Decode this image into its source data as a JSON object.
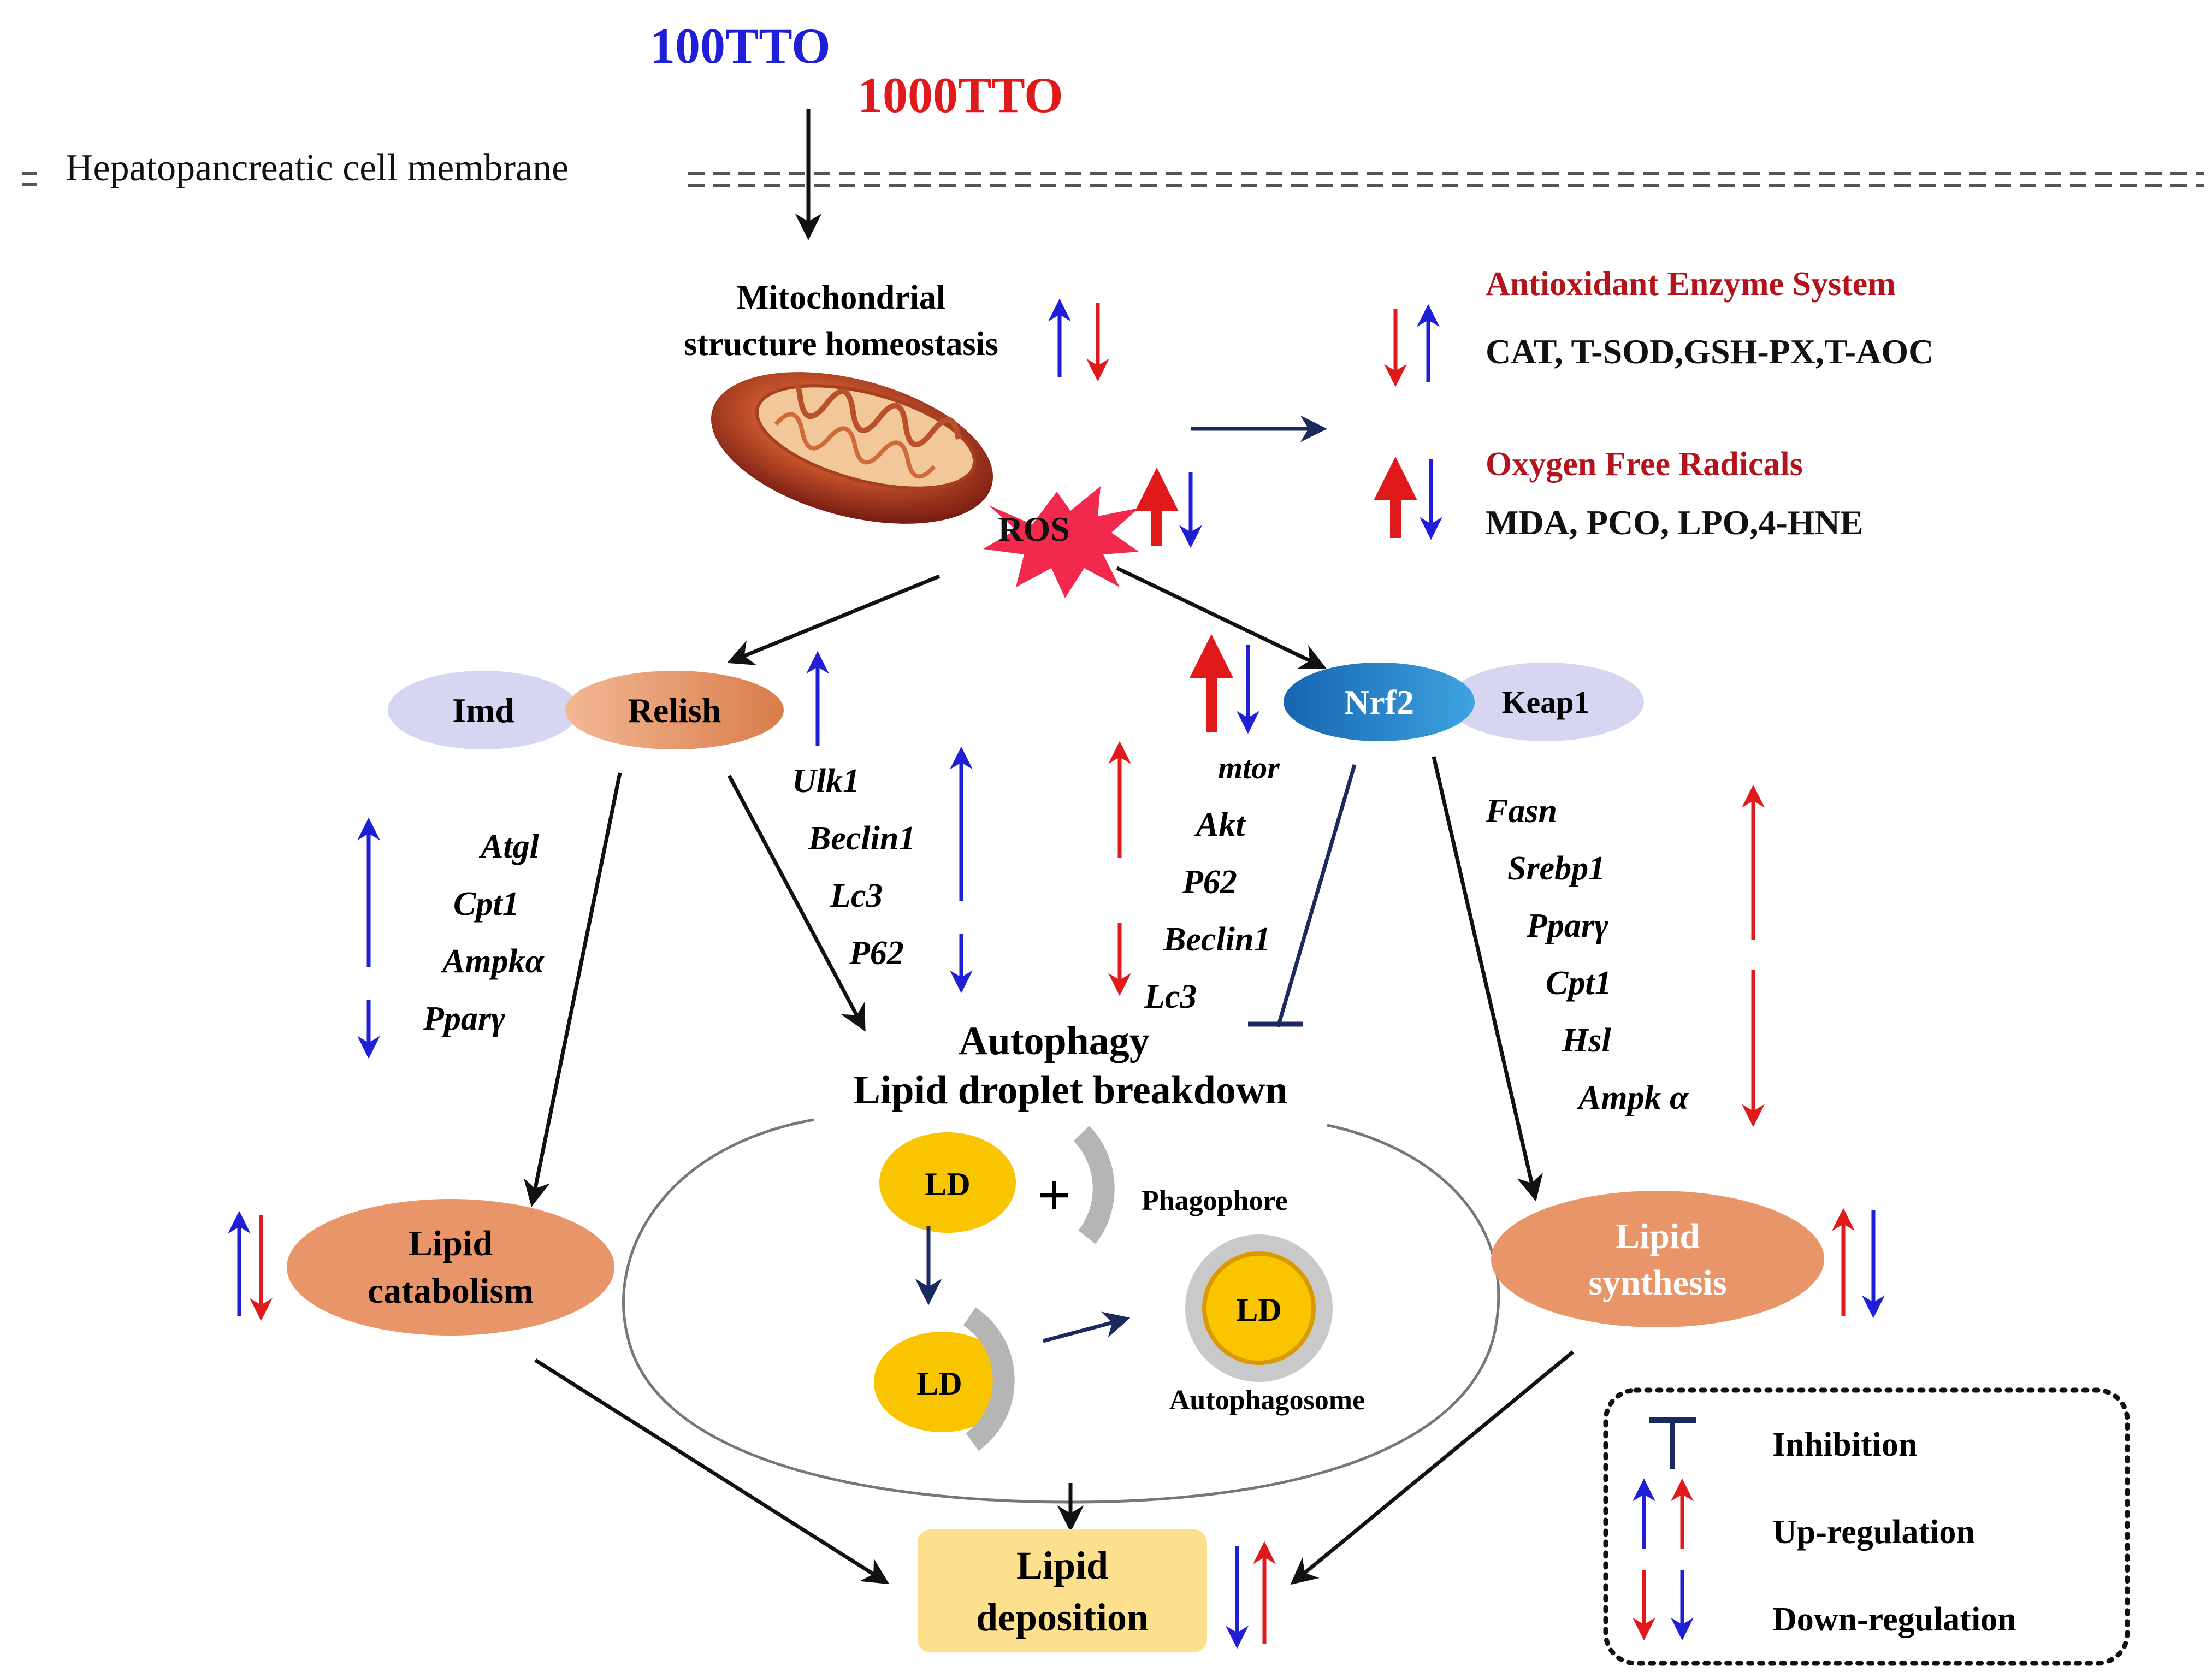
{
  "treatments": {
    "low": "100TTO",
    "high": "1000TTO"
  },
  "colors": {
    "low": "#1f1fd6",
    "high": "#e01a1a",
    "darkred": "#b3141b",
    "nodeOrange": "#e9956a",
    "nodeLavender": "#d6d6f2",
    "nodeBlue": "#1f7fc8",
    "ldYellow": "#f8c500",
    "depositionFill": "#fde08e"
  },
  "membrane": {
    "label": "Hepatopancreatic cell membrane"
  },
  "mitochondria": {
    "label_line1": "Mitochondrial",
    "label_line2": "structure homeostasis",
    "ros": "ROS"
  },
  "antioxidant": {
    "title": "Antioxidant Enzyme System",
    "items": "CAT, T-SOD,GSH-PX,T-AOC"
  },
  "radicals": {
    "title": "Oxygen Free Radicals",
    "items": "MDA, PCO, LPO,4-HNE"
  },
  "nodes": {
    "imd": "Imd",
    "relish": "Relish",
    "nrf2": "Nrf2",
    "keap1": "Keap1"
  },
  "genes_catabolism": [
    "Atgl",
    "Cpt1",
    "Ampkα",
    "Pparγ"
  ],
  "genes_autophagy_low": [
    "Ulk1",
    "Beclin1",
    "Lc3",
    "P62"
  ],
  "genes_autophagy_high": [
    "mtor",
    "Akt",
    "P62",
    "Beclin1",
    "Lc3"
  ],
  "genes_synthesis": [
    "Fasn",
    "Srebp1",
    "Pparγ",
    "Cpt1",
    "Hsl",
    "Ampk α"
  ],
  "autophagy": {
    "title_line1": "Autophagy",
    "title_line2": "Lipid droplet breakdown",
    "ld": "LD",
    "plus": "+",
    "phagophore": "Phagophore",
    "autophagosome": "Autophagosome"
  },
  "outcomes": {
    "catabolism_line1": "Lipid",
    "catabolism_line2": "catabolism",
    "synthesis_line1": "Lipid",
    "synthesis_line2": "synthesis",
    "deposition_line1": "Lipid",
    "deposition_line2": "deposition"
  },
  "legend": {
    "inhibition": "Inhibition",
    "up": "Up-regulation",
    "down": "Down-regulation"
  }
}
